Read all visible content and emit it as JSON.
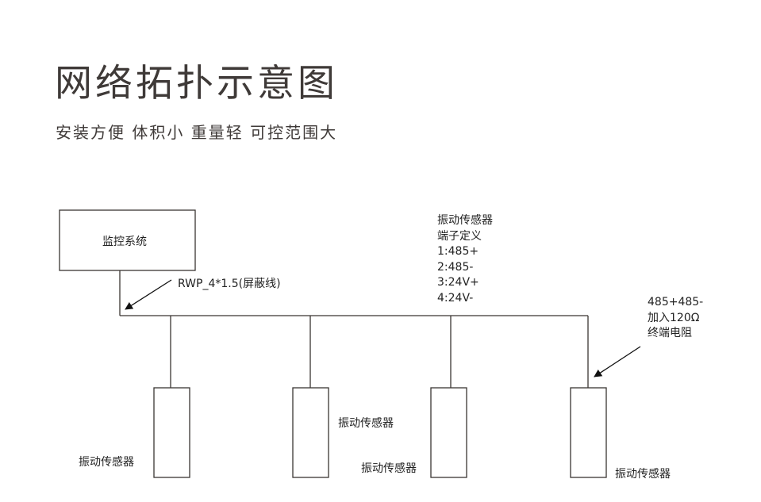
{
  "title": "网络拓扑示意图",
  "subtitle": "安装方便 体积小 重量轻 可控范围大",
  "diagram": {
    "monitor_box": {
      "label": "监控系统"
    },
    "cable_annotation": "RWP_4*1.5(屏蔽线)",
    "terminal_definition": {
      "lines": [
        "振动传感器",
        "端子定义",
        "1:485+",
        "2:485-",
        "3:24V+",
        "4:24V-"
      ]
    },
    "termination_annotation": {
      "lines": [
        "485+485-",
        "加入120Ω",
        "终端电阻"
      ]
    },
    "sensors": [
      {
        "label": "振动传感器"
      },
      {
        "label": "振动传感器"
      },
      {
        "label": "振动传感器"
      },
      {
        "label": "振动传感器"
      }
    ],
    "colors": {
      "line": "#3a3532",
      "text": "#3f3a38"
    }
  }
}
